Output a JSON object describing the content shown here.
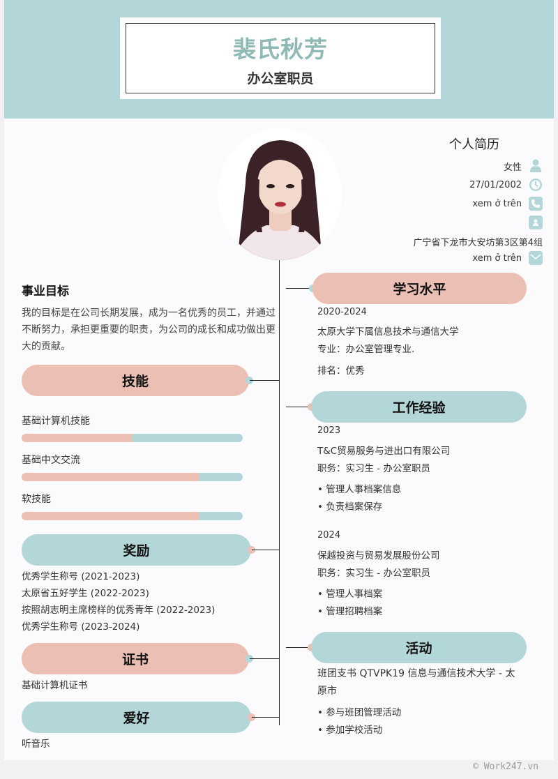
{
  "header": {
    "name": "裴氏秋芳",
    "job_title": "办公室职员"
  },
  "profile": {
    "section_title": "个人简历",
    "gender": "女性",
    "birthday": "27/01/2002",
    "phone": "xem ở trên",
    "contact": "",
    "address": "广宁省下龙市大安坊第3区第4组",
    "email": "xem ở trên"
  },
  "objective": {
    "title": "事业目标",
    "text": "我的目标是在公司长期发展，成为一名优秀的员工，并通过不断努力，承担更重要的职责，为公司的成长和成功做出更大的贡献。"
  },
  "skills": {
    "title": "技能",
    "items": [
      {
        "label": "基础计算机技能",
        "level": 0.5
      },
      {
        "label": "基础中文交流",
        "level": 0.8
      },
      {
        "label": "软技能",
        "level": 0.8
      }
    ]
  },
  "awards": {
    "title": "奖励",
    "items": [
      "优秀学生称号 (2021-2023)",
      "太原省五好学生 (2022-2023)",
      "按照胡志明主席榜样的优秀青年 (2022-2023)",
      "优秀学生称号 (2023-2024)"
    ]
  },
  "certificates": {
    "title": "证书",
    "items": [
      "基础计算机证书"
    ]
  },
  "hobbies": {
    "title": "爱好",
    "items": [
      "听音乐"
    ]
  },
  "education": {
    "title": "学习水平",
    "period": "2020-2024",
    "school": "太原大学下属信息技术与通信大学",
    "major": "专业：办公室管理专业.",
    "rank": "排名：优秀"
  },
  "experience": {
    "title": "工作经验",
    "jobs": [
      {
        "year": "2023",
        "company": "T&C贸易服务与进出口有限公司",
        "position": "职务：实习生 - 办公室职员",
        "duties": [
          "• 管理人事档案信息",
          "• 负责档案保存"
        ]
      },
      {
        "year": "2024",
        "company": "保越投资与贸易发展股份公司",
        "position": "职务：实习生 - 办公室职员",
        "duties": [
          "• 管理人事档案",
          "• 管理招聘档案"
        ]
      }
    ]
  },
  "activities": {
    "title": "活动",
    "line1": "班团支书 QTVPK19 信息与通信技术大学 - 太",
    "line2": "原市",
    "items": [
      "• 参与班团管理活动",
      "• 参加学校活动"
    ]
  },
  "footer": "© Work247.vn",
  "colors": {
    "teal": "#b3d6d8",
    "pink": "#ecbfb4",
    "name": "#8fb9b5"
  }
}
